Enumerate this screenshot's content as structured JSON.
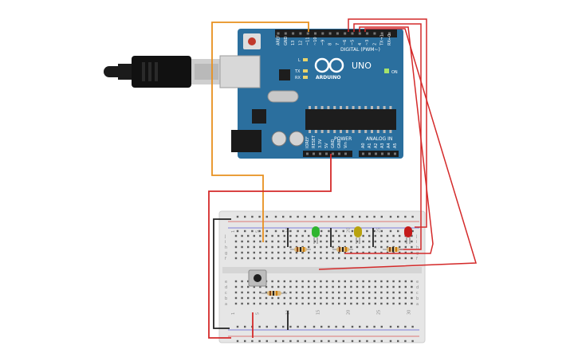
{
  "board": {
    "name": "UNO",
    "logo_text": "ARDUINO",
    "digital_label": "DIGITAL (PWM~)",
    "power_label": "POWER",
    "analog_label": "ANALOG IN",
    "on_label": "ON",
    "l_label": "L",
    "tx_label": "TX",
    "rx_label": "RX",
    "digital_pins": [
      "AREF",
      "GND",
      "13",
      "12",
      "~11",
      "~10",
      "~9",
      "8",
      "7",
      "~6",
      "~5",
      "4",
      "~3",
      "2",
      "TX→1",
      "RX←0"
    ],
    "power_pins": [
      "IOREF",
      "RESET",
      "3.3V",
      "5V",
      "GND",
      "GND",
      "Vin"
    ],
    "analog_pins": [
      "A0",
      "A1",
      "A2",
      "A3",
      "A4",
      "A5"
    ]
  },
  "breadboard": {
    "row_letters_top": [
      "j",
      "i",
      "h",
      "g",
      "f"
    ],
    "row_letters_bottom": [
      "e",
      "d",
      "c",
      "b",
      "a"
    ],
    "column_numbers": [
      "1",
      "",
      "",
      "",
      "5",
      "",
      "",
      "",
      "",
      "10",
      "",
      "",
      "",
      "",
      "15",
      "",
      "",
      "",
      "",
      "20",
      "",
      "",
      "",
      "",
      "25",
      "",
      "",
      "",
      "",
      "30"
    ]
  },
  "leds": [
    {
      "name": "green",
      "color": "#2fb52f"
    },
    {
      "name": "yellow",
      "color": "#b8a20e"
    },
    {
      "name": "red",
      "color": "#c41a1a"
    }
  ],
  "colors": {
    "wire_red": "#d42a2a",
    "wire_orange": "#e8901f",
    "wire_black": "#222222",
    "board_blue": "#2b6f9e",
    "breadboard": "#e6e6e6"
  }
}
